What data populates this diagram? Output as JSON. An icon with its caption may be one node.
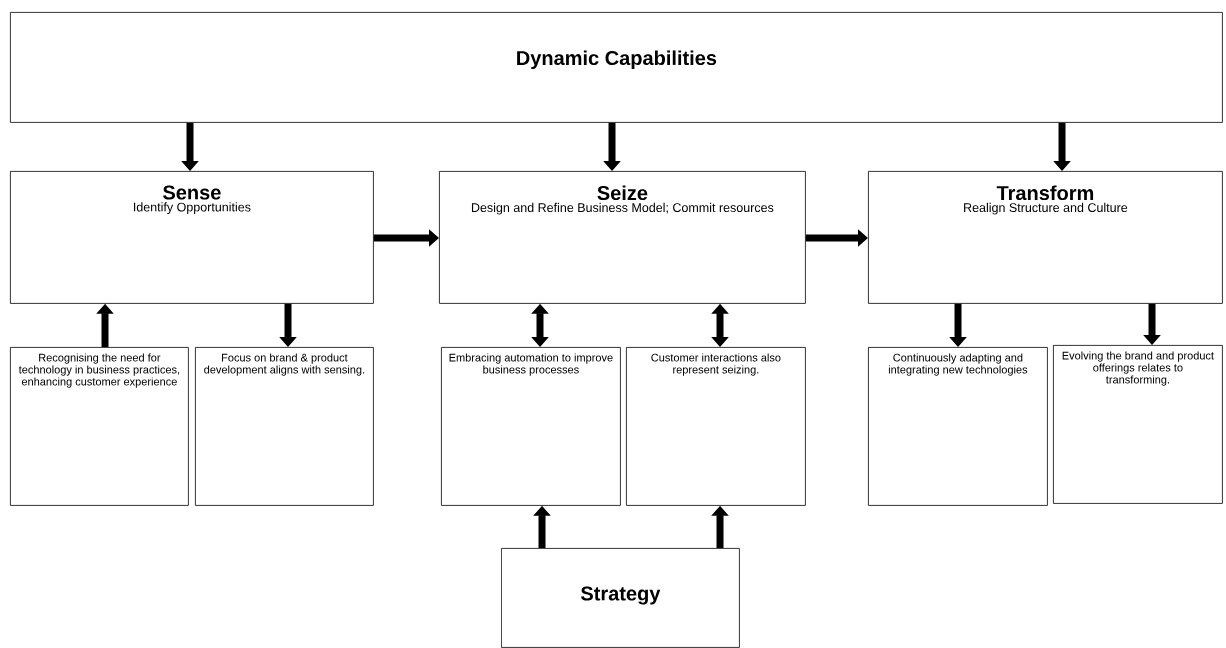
{
  "diagram": {
    "nodes": [
      {
        "text": [
          "Dynamic Capabilities"
        ]
      },
      {
        "text": [
          "Sense",
          "Identify Opportunities"
        ]
      },
      {
        "text": [
          "Seize",
          "Design and Refine Business Model; Commit resources"
        ]
      },
      {
        "text": [
          "Transform",
          "Realign Structure and Culture"
        ]
      },
      {
        "text": [
          "Recognising the need for technology in business practices, enhancing customer experience"
        ]
      },
      {
        "text": [
          "Focus on brand & product development aligns with sensing."
        ]
      },
      {
        "text": [
          "Embracing automation to improve business processes"
        ]
      },
      {
        "text": [
          "Customer interactions also represent seizing."
        ]
      },
      {
        "text": [
          "Continuously adapting and integrating new technologies"
        ]
      },
      {
        "text": [
          "Evolving the brand and product offerings relates to transforming."
        ]
      },
      {
        "text": [
          "Strategy"
        ]
      }
    ],
    "edges": [
      {
        "from": 0,
        "to": 1,
        "arrow": "to"
      },
      {
        "from": 0,
        "to": 2,
        "arrow": "to"
      },
      {
        "from": 0,
        "to": 3,
        "arrow": "to"
      },
      {
        "from": 1,
        "to": 2,
        "arrow": "to"
      },
      {
        "from": 2,
        "to": 3,
        "arrow": "to"
      },
      {
        "from": 4,
        "to": 1,
        "arrow": "to"
      },
      {
        "from": 1,
        "to": 5,
        "arrow": "to"
      },
      {
        "from": 2,
        "to": 6,
        "arrow": "both"
      },
      {
        "from": 2,
        "to": 7,
        "arrow": "both"
      },
      {
        "from": 3,
        "to": 8,
        "arrow": "to"
      },
      {
        "from": 3,
        "to": 9,
        "arrow": "to"
      },
      {
        "from": 10,
        "to": 6,
        "arrow": "to"
      },
      {
        "from": 10,
        "to": 7,
        "arrow": "to"
      }
    ]
  }
}
